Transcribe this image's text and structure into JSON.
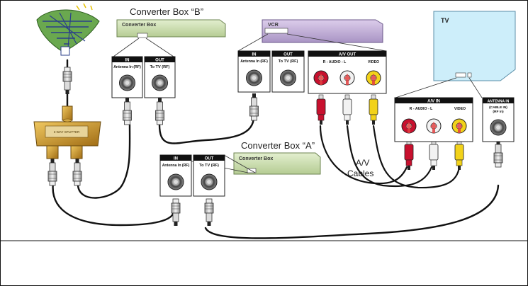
{
  "labels": {
    "converter_b": "Converter Box “B”",
    "converter_a": "Converter Box “A”",
    "converter_box_face": "Converter Box",
    "vcr": "VCR",
    "tv": "TV",
    "av_cables_line1": "A/V",
    "av_cables_line2": "Cables",
    "splitter_text": "2-WAY SPLITTER"
  },
  "panels": {
    "in": "IN",
    "out": "OUT",
    "antenna_in_rf": "Antenna In (RF)",
    "to_tv_rf": "To TV (RF)",
    "av_out": "A/V OUT",
    "av_in": "A/V IN",
    "r_audio_l": "R  -  AUDIO  -  L",
    "video": "VIDEO",
    "antenna_in": "ANTENNA IN",
    "cable_in": "(CABLE IN)",
    "rf_in": "(RF In)"
  },
  "colors": {
    "box_green": "#cfe0b4",
    "vcr_purple": "#c4b3da",
    "tv_blue": "#cdeefa",
    "rca_red": "#c8102e",
    "rca_white": "#f2f2f2",
    "rca_yellow": "#f2d21a",
    "splitter_gold": "#c9962e",
    "cable": "#111111"
  }
}
